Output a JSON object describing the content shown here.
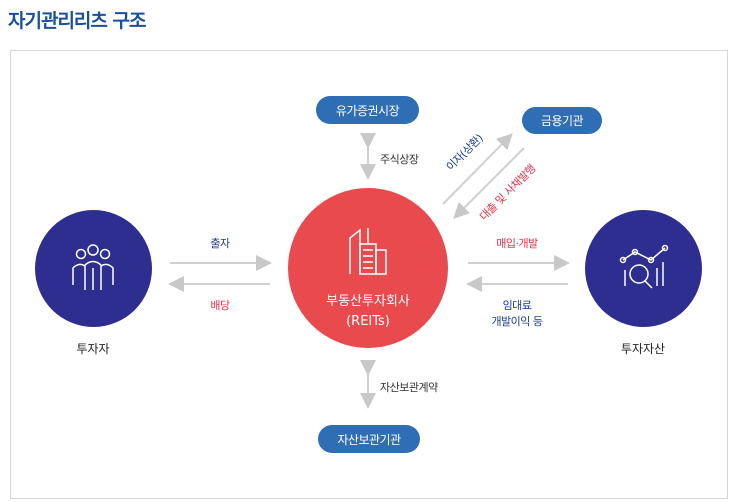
{
  "title": "자기관리리츠 구조",
  "nodes": {
    "investor": "투자자",
    "reits_name": "부동산투자회사",
    "reits_abbr": "(REITs)",
    "asset": "투자자산"
  },
  "pills": {
    "stock_market": "유가증권시장",
    "financial": "금용기관",
    "custodian": "자산보관기관"
  },
  "flows": {
    "investment": "출자",
    "dividend": "배당",
    "purchase": "매입·개발",
    "rent_line1": "임대료",
    "rent_line2": "개발이익 등",
    "listing": "주식상장",
    "custody_contract": "자산보관계약",
    "interest": "이자(상환)",
    "loan": "대출 및 사채발행"
  },
  "colors": {
    "navy": "#2d2e8f",
    "red": "#e84a4d",
    "pill": "#2f6db5",
    "title": "#1a4f9c",
    "arrow": "#cccccc"
  }
}
